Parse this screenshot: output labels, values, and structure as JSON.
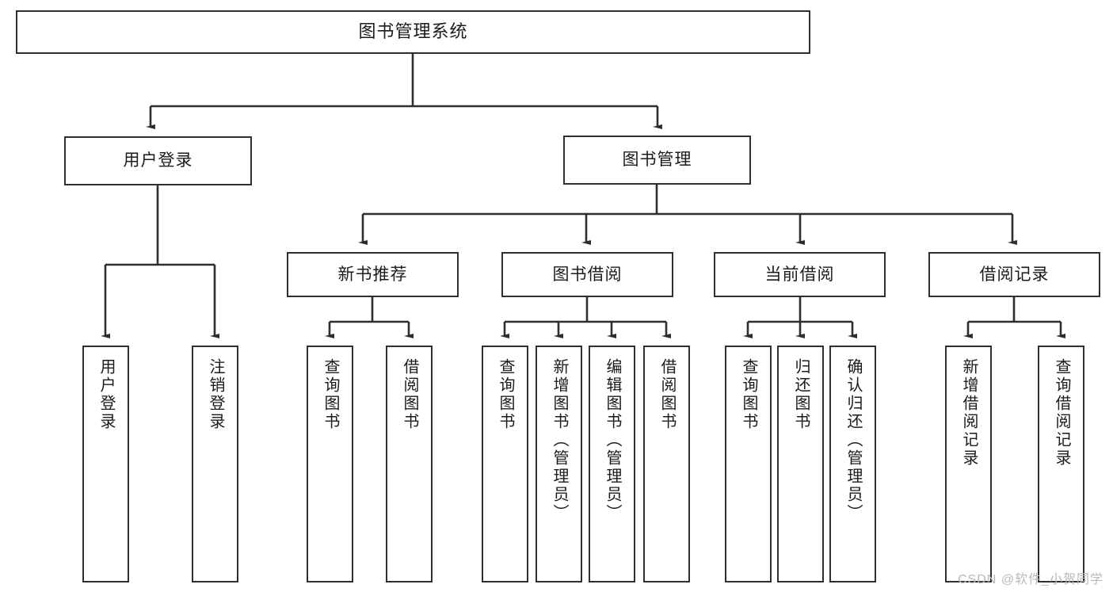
{
  "diagram": {
    "type": "tree-hierarchy-chart",
    "title": "图书管理系统",
    "colors": {
      "box_border": "#2e2e2e",
      "box_fill": "#ffffff",
      "connector": "#2e2e2e",
      "text": "#1b1b1b",
      "watermark": "#b9b9b9",
      "background": "#ffffff"
    },
    "nodes": {
      "root": {
        "label": "图书管理系统"
      },
      "level2": [
        {
          "label": "用户登录"
        },
        {
          "label": "图书管理"
        }
      ],
      "level3": [
        {
          "label": "新书推荐"
        },
        {
          "label": "图书借阅"
        },
        {
          "label": "当前借阅"
        },
        {
          "label": "借阅记录"
        }
      ],
      "leaves": {
        "user_login": [
          {
            "label": "用户登录"
          },
          {
            "label": "注销登录"
          }
        ],
        "new_book_recommend": [
          {
            "label": "查询图书"
          },
          {
            "label": "借阅图书"
          }
        ],
        "book_borrow": [
          {
            "label": "查询图书"
          },
          {
            "label": "新增图书（管理员）"
          },
          {
            "label": "编辑图书（管理员）"
          },
          {
            "label": "借阅图书"
          }
        ],
        "current_borrow": [
          {
            "label": "查询图书"
          },
          {
            "label": "归还图书"
          },
          {
            "label": "确认归还（管理员）"
          }
        ],
        "borrow_record": [
          {
            "label": "新增借阅记录"
          },
          {
            "label": "查询借阅记录"
          }
        ]
      }
    },
    "watermark": "CSDN @软件_小贺同学"
  }
}
